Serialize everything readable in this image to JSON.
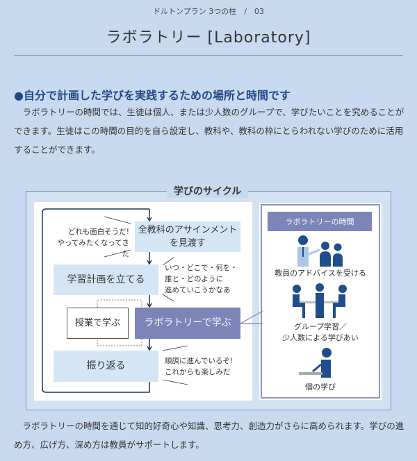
{
  "header": {
    "series": "ドルトンプラン 3つの柱　/　03",
    "title": "ラボラトリー [Laboratory]"
  },
  "heading": "●自分で計画した学びを実践するための場所と時間です",
  "intro": "　ラボラトリーの時間では、生徒は個人、または少人数のグループで、学びたいことを究めることができます。生徒はこの時間の目的を自ら設定し、教科や、教科の枠にとらわれない学びのために活用することができます。",
  "cycle": {
    "title": "学びのサイクル",
    "steps": {
      "survey": "全教科のアサインメントを見渡す",
      "plan": "学習計画を立てる",
      "class": "授業で学ぶ",
      "lab": "ラボラトリーで学ぶ",
      "reflect": "振り返る"
    },
    "speech": {
      "s1_l1": "どれも面白そうだ!",
      "s1_l2": "やってみたくなってきた",
      "s2_l1": "いつ・どこで・何を・",
      "s2_l2": "誰と・どのように",
      "s2_l3": "進めていこうかなあ",
      "s3_l1": "順調に進んでいるぞ!",
      "s3_l2": "これからも楽しみだ"
    },
    "lab_panel": {
      "header": "ラボラトリーの時間",
      "advice": "教員のアドバイスを受ける",
      "group_l1": "グループ学習／",
      "group_l2": "少人数による学びあい",
      "individual": "個の学び"
    }
  },
  "outro": "　ラボラトリーの時間を通じて知的好奇心や知識、思考力、創造力がさらに高められます。学びの進め方、広げ方、深め方は教員がサポートします。",
  "colors": {
    "background": "#c8daf0",
    "accent": "#7c84b8",
    "icon": "#1f4e8c",
    "box": "#d4e6f6"
  }
}
